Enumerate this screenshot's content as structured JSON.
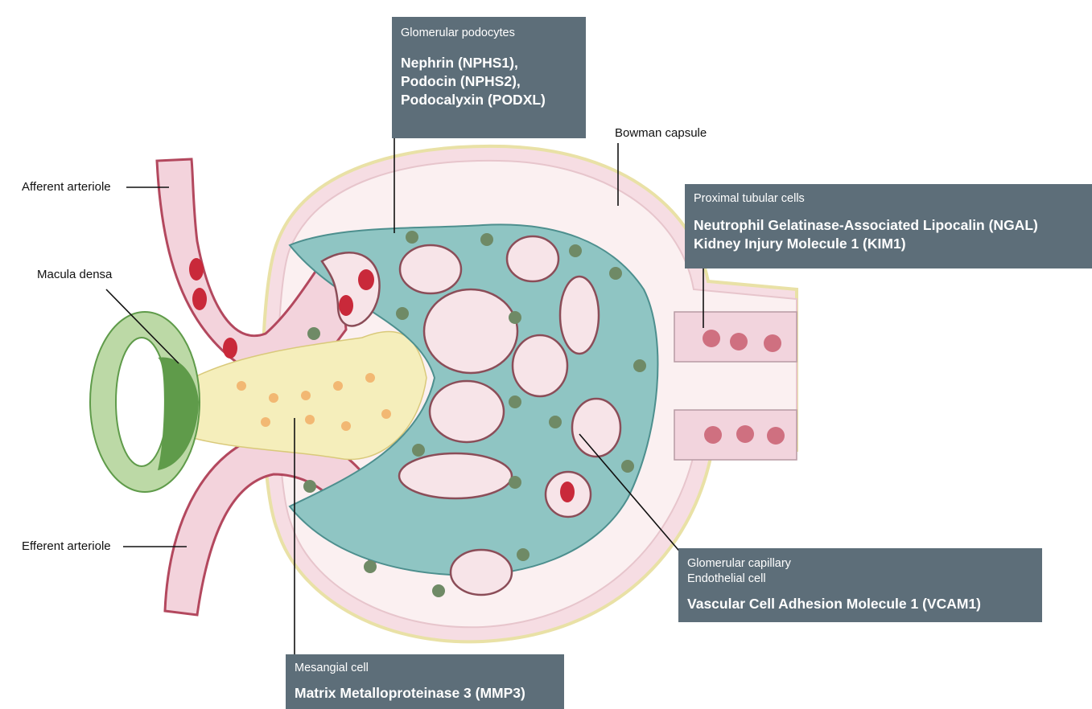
{
  "colors": {
    "box_bg": "#5d6e79",
    "capsule_outline": "#e9e1a6",
    "bowman_space": "#fbf0f1",
    "podocyte": "#8fc5c3",
    "capillary_wall": "#f3cfd4",
    "capillary_lumen": "#f7e4e8",
    "red_blood_cell": "#c9293a",
    "mesangium": "#f5eebb",
    "macula_densa": "#5f9b4a",
    "tubule_wall": "#f2d4dd"
  },
  "labels": {
    "afferent": "Afferent arteriole",
    "macula": "Macula densa",
    "efferent": "Efferent arteriole",
    "bowman": "Bowman capsule"
  },
  "boxes": {
    "podocytes": {
      "cell": "Glomerular podocytes",
      "markers": "Nephrin (NPHS1),\nPodocin (NPHS2),\nPodocalyxin (PODXL)"
    },
    "proximal": {
      "cell": "Proximal tubular cells",
      "markers": "Neutrophil Gelatinase-Associated Lipocalin (NGAL)\nKidney Injury Molecule 1 (KIM1)"
    },
    "endothelial": {
      "cell1": "Glomerular capillary",
      "cell2": "Endothelial cell",
      "markers": "Vascular Cell Adhesion Molecule 1 (VCAM1)"
    },
    "mesangial": {
      "cell": "Mesangial cell",
      "markers": "Matrix Metalloproteinase 3 (MMP3)"
    }
  }
}
